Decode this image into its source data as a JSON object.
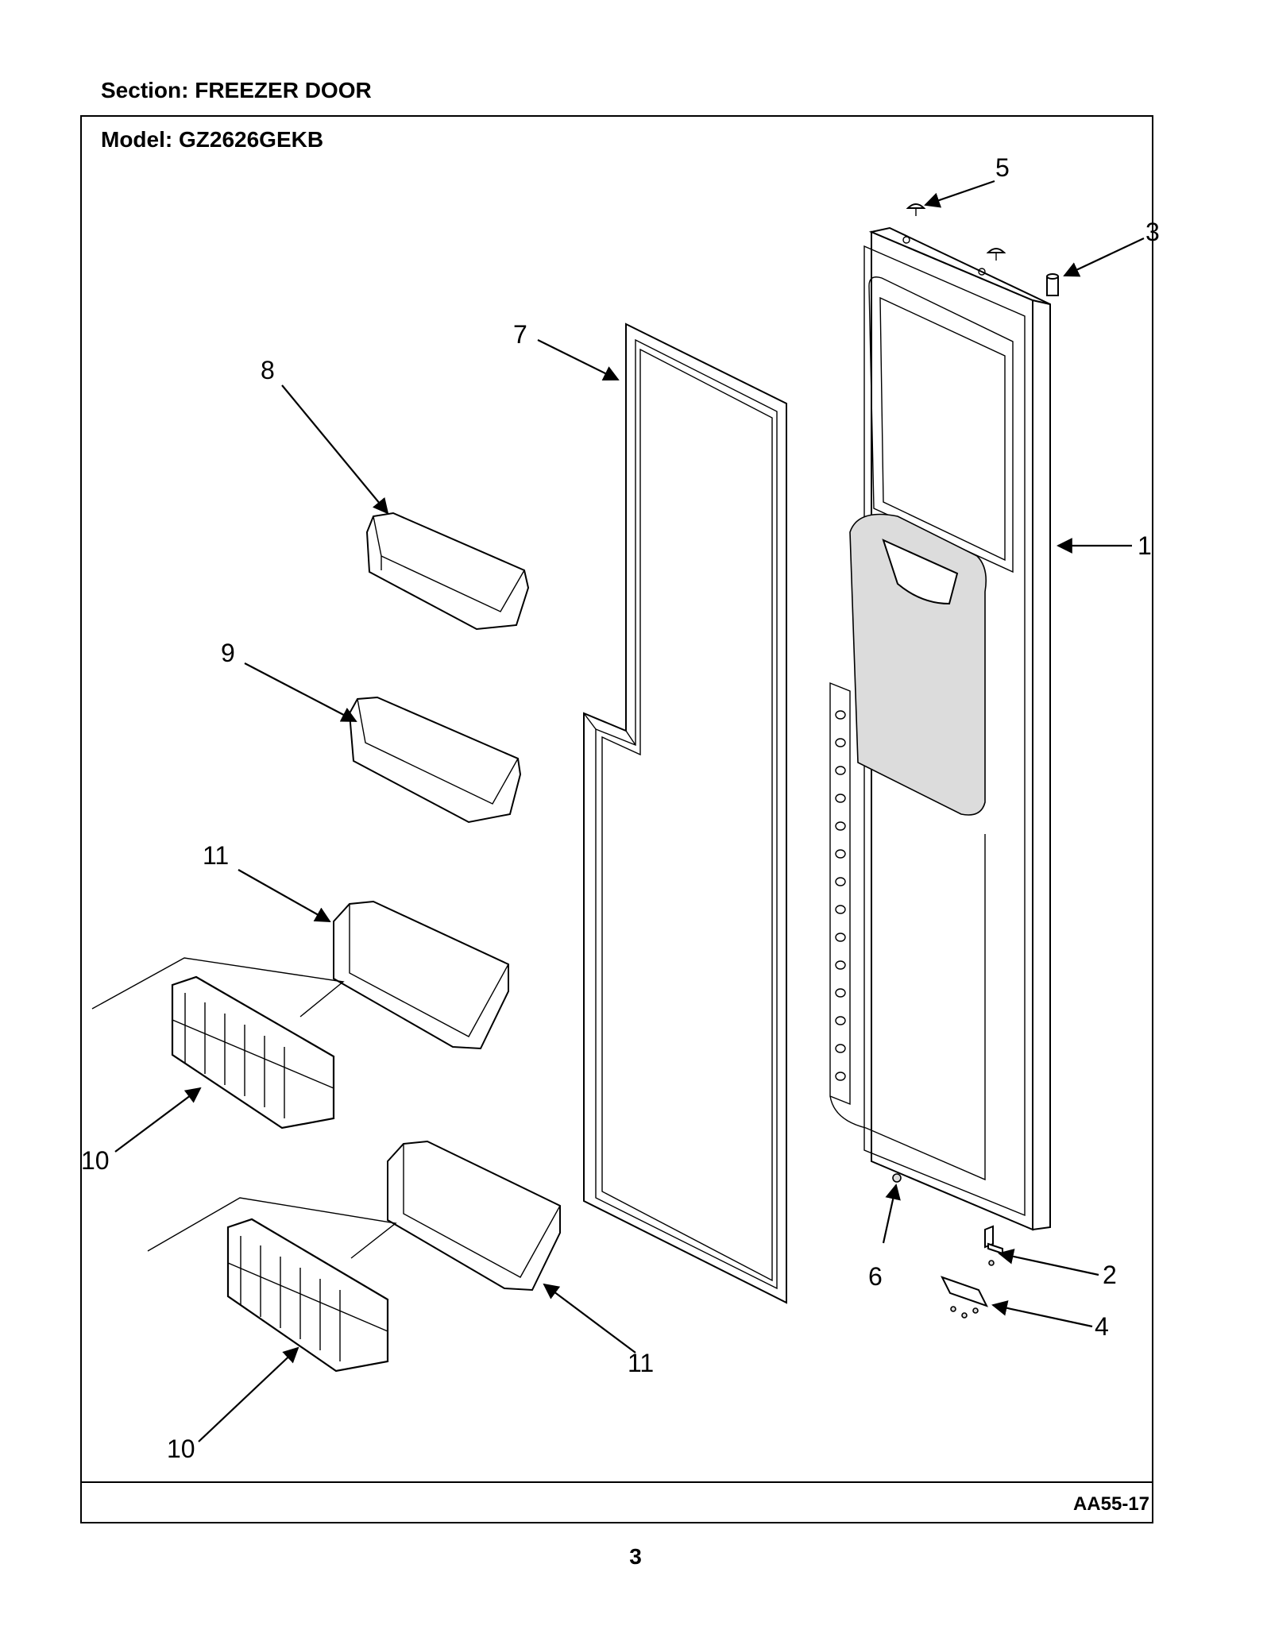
{
  "header": {
    "section": "Section:  FREEZER DOOR",
    "model": "Model:  GZ2626GEKB"
  },
  "footer": {
    "drawing_code": "AA55-17",
    "page_number": "3"
  },
  "callouts": {
    "c1": "1",
    "c2": "2",
    "c3": "3",
    "c4": "4",
    "c5": "5",
    "c6": "6",
    "c7": "7",
    "c8": "8",
    "c9": "9",
    "c10a": "10",
    "c10b": "10",
    "c11a": "11",
    "c11b": "11"
  }
}
